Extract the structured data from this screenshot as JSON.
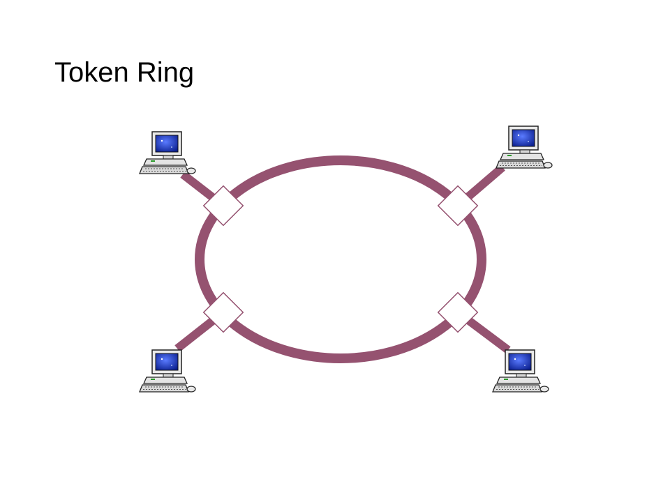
{
  "title": "Token Ring",
  "colors": {
    "ring": "#955270",
    "connector_fill": "#ffffff",
    "connector_stroke": "#955270",
    "monitor_screen": "#1f3fbf",
    "computer_body": "#e4e4e4"
  },
  "diagram": {
    "topology": "ring",
    "station_count": 4,
    "stations": [
      "computer-top-left",
      "computer-top-right",
      "computer-bottom-left",
      "computer-bottom-right"
    ]
  }
}
